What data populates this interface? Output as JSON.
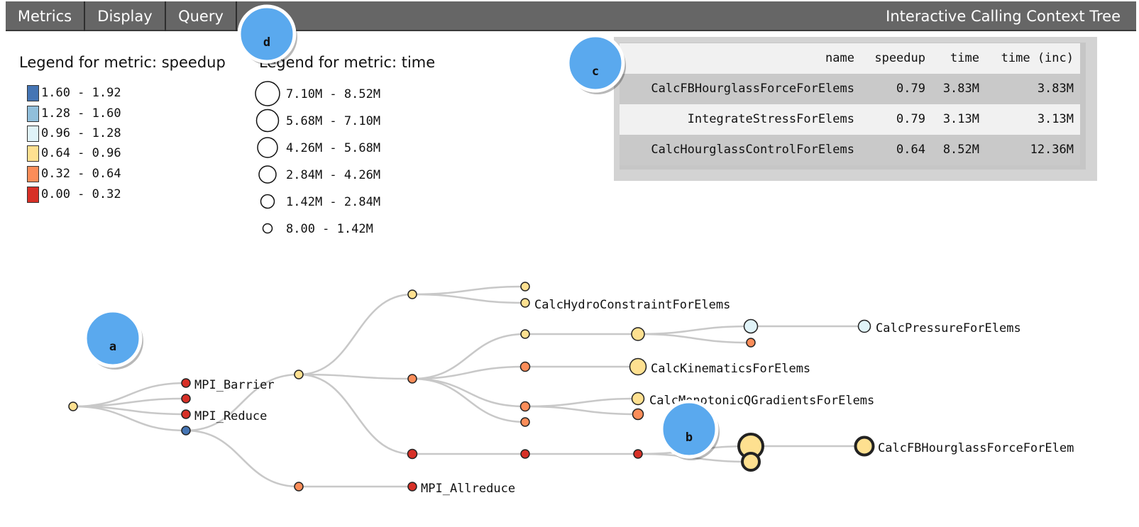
{
  "menu": {
    "items": [
      "Metrics",
      "Display",
      "Query"
    ],
    "title": "Interactive Calling Context Tree"
  },
  "legend_speedup": {
    "title": "Legend for metric: speedup",
    "items": [
      {
        "range": "1.60 - 1.92",
        "color": "#4575b4"
      },
      {
        "range": "1.28 - 1.60",
        "color": "#91bfdb"
      },
      {
        "range": "0.96 - 1.28",
        "color": "#e0f3f8"
      },
      {
        "range": "0.64 - 0.96",
        "color": "#fee090"
      },
      {
        "range": "0.32 - 0.64",
        "color": "#fc8d59"
      },
      {
        "range": "0.00 - 0.32",
        "color": "#d73027"
      }
    ]
  },
  "legend_time": {
    "title": "Legend for metric: time",
    "items": [
      "7.10M - 8.52M",
      "5.68M - 7.10M",
      "4.26M - 5.68M",
      "2.84M - 4.26M",
      "1.42M - 2.84M",
      "8.00 - 1.42M"
    ]
  },
  "table": {
    "headers": {
      "name": "name",
      "speedup": "speedup",
      "time": "time",
      "inc": "time (inc)"
    },
    "rows": [
      {
        "name": "CalcFBHourglassForceForElems",
        "speedup": "0.79",
        "time": "3.83M",
        "inc": "3.83M"
      },
      {
        "name": "IntegrateStressForElems",
        "speedup": "0.79",
        "time": "3.13M",
        "inc": "3.13M"
      },
      {
        "name": "CalcHourglassControlForElems",
        "speedup": "0.64",
        "time": "8.52M",
        "inc": "12.36M"
      }
    ]
  },
  "tree": {
    "labels": {
      "mpi_barrier": "MPI_Barrier",
      "mpi_reduce": "MPI_Reduce",
      "mpi_allreduce": "MPI_Allreduce",
      "hydro": "CalcHydroConstraintForElems",
      "pressure": "CalcPressureForElems",
      "kinematics": "CalcKinematicsForElems",
      "monotonic": "CalcMonotonicQGradientsForElems",
      "fbhourglass": "CalcFBHourglassForceForElem"
    },
    "node_colors": {
      "yellow": "#fee090",
      "orange": "#fc8d59",
      "red": "#d73027",
      "blue": "#4575b4",
      "lightblue": "#e0f3f8"
    },
    "link_color": "#c8c8c8"
  },
  "badges": {
    "a": "a",
    "b": "b",
    "c": "c",
    "d": "d",
    "fill": "#5aa9ee"
  }
}
